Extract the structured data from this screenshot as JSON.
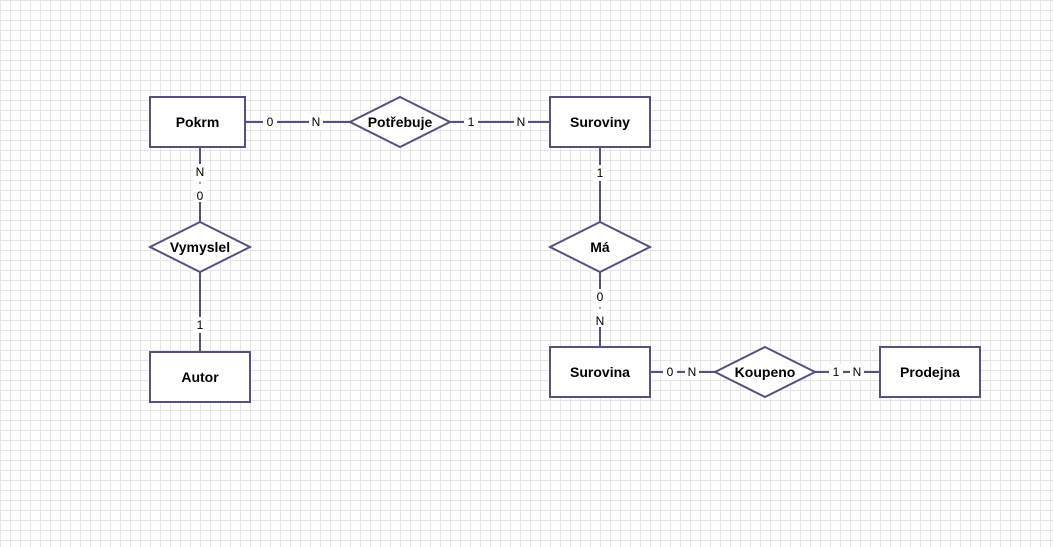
{
  "colors": {
    "stroke": "#56517e",
    "fill": "#ffffff",
    "grid": "#e6e6e6"
  },
  "entities": [
    {
      "id": "pokrm",
      "label": "Pokrm"
    },
    {
      "id": "suroviny",
      "label": "Suroviny"
    },
    {
      "id": "autor",
      "label": "Autor"
    },
    {
      "id": "surovina",
      "label": "Surovina"
    },
    {
      "id": "prodejna",
      "label": "Prodejna"
    }
  ],
  "relationships": [
    {
      "id": "potrebuje",
      "label": "Potřebuje"
    },
    {
      "id": "vymyslel",
      "label": "Vymyslel"
    },
    {
      "id": "ma",
      "label": "Má"
    },
    {
      "id": "koupeno",
      "label": "Koupeno"
    }
  ],
  "cardinalities": {
    "pokrm_potrebuje_0": "0",
    "pokrm_potrebuje_N": "N",
    "potrebuje_suroviny_1": "1",
    "potrebuje_suroviny_N": "N",
    "pokrm_vymyslel_N": "N",
    "pokrm_vymyslel_0": "0",
    "vymyslel_autor_1": "1",
    "suroviny_ma_1": "1",
    "ma_surovina_0": "0",
    "ma_surovina_N": "N",
    "surovina_koupeno_0": "0",
    "surovina_koupeno_N": "N",
    "koupeno_prodejna_1": "1",
    "koupeno_prodejna_N": "N"
  }
}
